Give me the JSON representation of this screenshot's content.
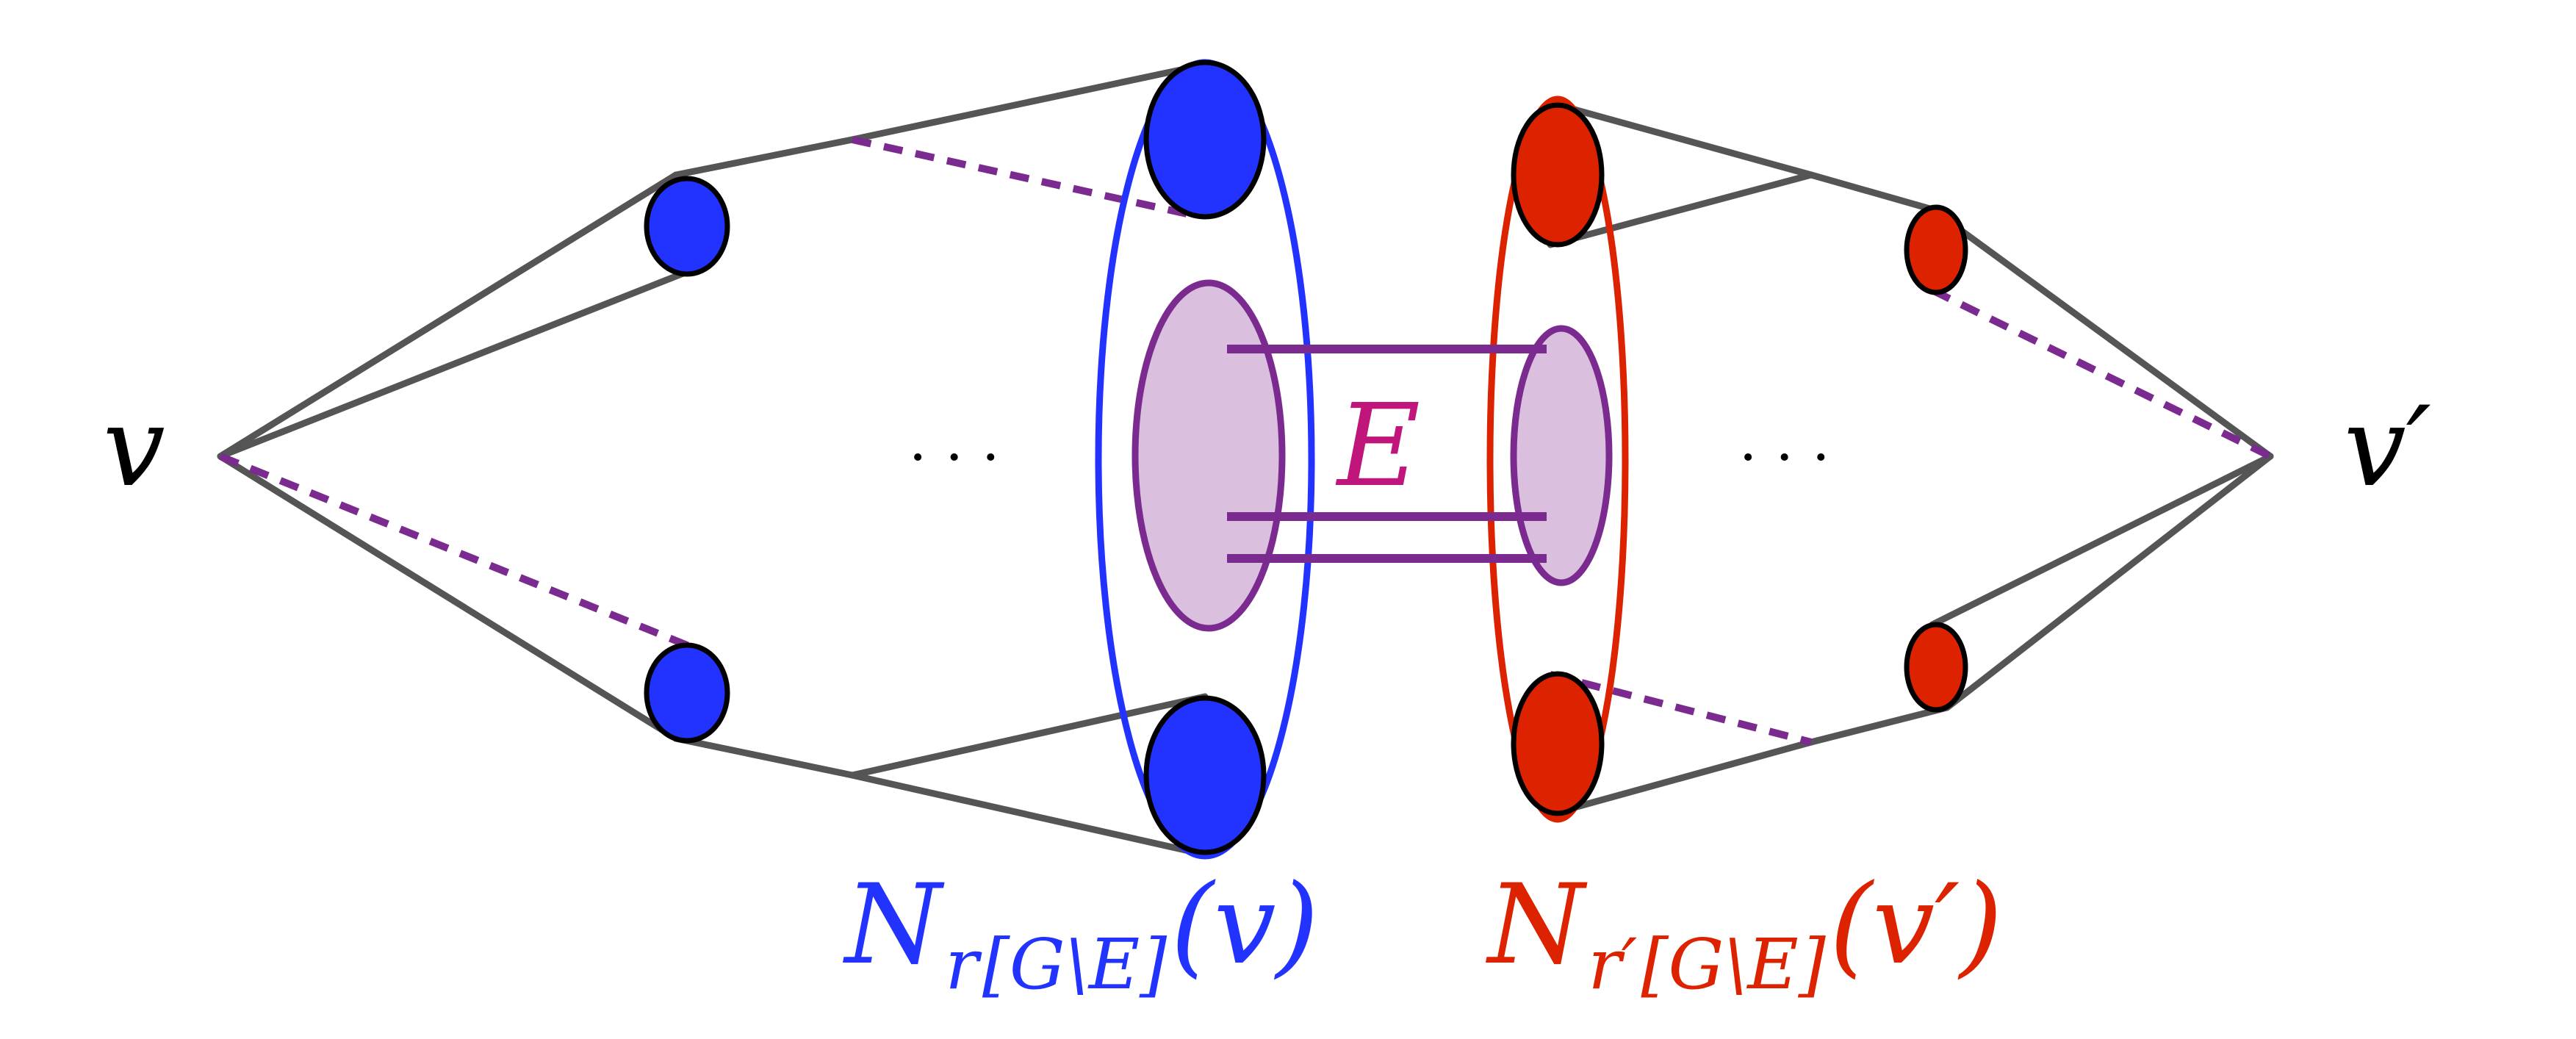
{
  "labels": {
    "left_vertex": "v",
    "right_vertex": "v′",
    "left_ellipsis": "· · ·",
    "right_ellipsis": "· · ·",
    "edge_set": "E",
    "left_neighborhood": {
      "main": "N",
      "sub_r": "r",
      "sub_set": "[G\\E]",
      "arg": "(v)"
    },
    "right_neighborhood": {
      "main": "N",
      "sub_r": "r′",
      "sub_set": "[G\\E]",
      "arg": "(v′)"
    }
  },
  "colors": {
    "left": "#2233ff",
    "right": "#dd2200",
    "edge_set": "#7b2a8f",
    "edge_set_fill": "#dbbfdf",
    "edge_label": "#c0157a",
    "lines": "#555555",
    "text": "#000000"
  }
}
